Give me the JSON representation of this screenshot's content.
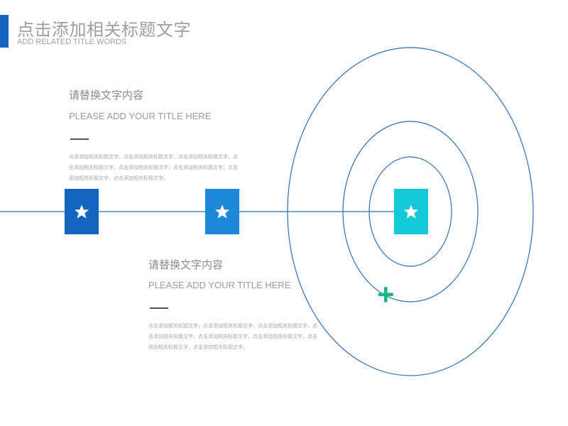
{
  "header": {
    "title": "点击添加相关标题文字",
    "subtitle": "ADD RELATED TITLE WORDS"
  },
  "sections": [
    {
      "heading": "请替换文字内容",
      "title_en": "PLEASE ADD YOUR TITLE HERE",
      "body": "点击添加相关标题文字，点击添加相关标题文字，点击添加相关标题文字，点击添加相关标题文字，点击添加相关标题文字，点击添加相关标题文字，点击添加相关标题文字，点击添加相关标题文字。"
    },
    {
      "heading": "请替换文字内容",
      "title_en": "PLEASE ADD YOUR TITLE HERE",
      "body": "点击添加相关标题文字，点击添加相关标题文字，点击添加相关标题文字，点击添加相关标题文字，点击添加相关标题文字，点击添加相关标题文字，点击添加相关标题文字，点击添加相关标题文字。"
    }
  ],
  "markers": [
    {
      "icon": "star-icon",
      "color": "#1565c0"
    },
    {
      "icon": "star-icon",
      "color": "#1e88d8"
    },
    {
      "icon": "star-icon",
      "color": "#14c8d8"
    }
  ],
  "target_marker": {
    "glyph": "+",
    "color": "#1db584"
  },
  "colors": {
    "accent": "#1565c0",
    "line": "#1a73c4",
    "ring": "#2a6fb8"
  }
}
